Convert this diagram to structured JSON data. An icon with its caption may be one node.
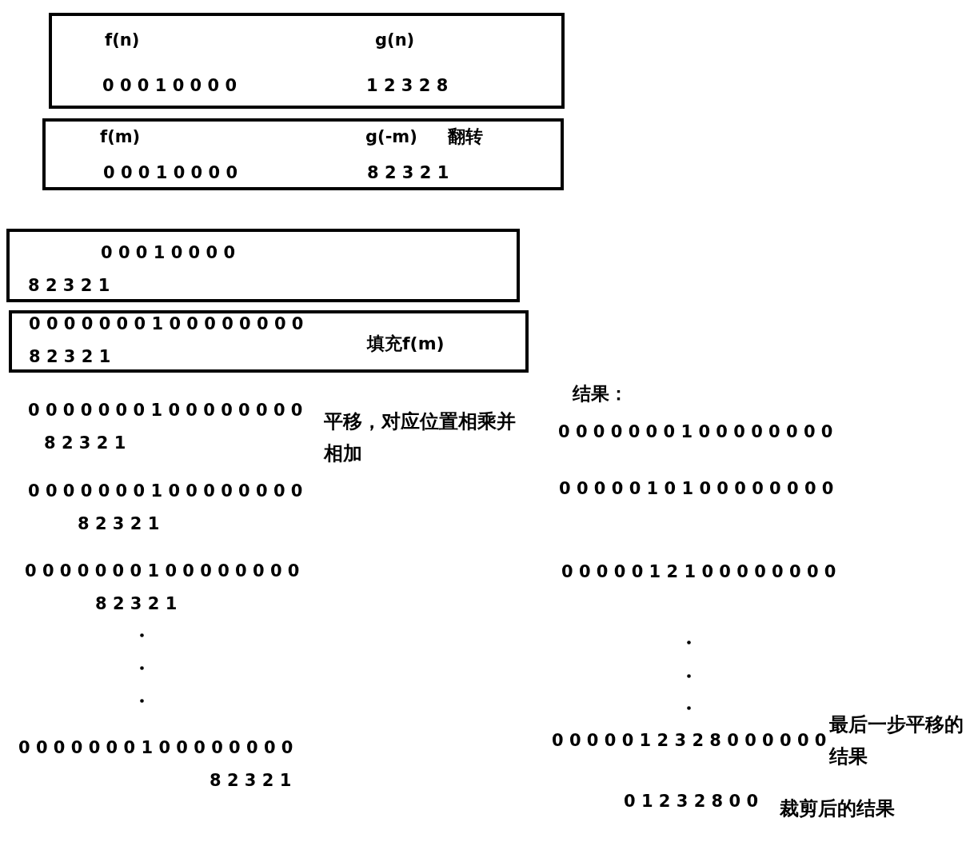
{
  "diagram": {
    "nodes": [
      {
        "text": [
          "f(n)",
          "g(n)",
          "0 0 0 1 0 0 0 0",
          "1 2 3 2 8"
        ]
      },
      {
        "text": [
          "f(m)",
          "g(-m)",
          "翻转",
          "0 0 0 1 0 0 0 0",
          "8 2 3 2 1"
        ]
      },
      {
        "text": [
          "0 0 0 1 0 0 0 0",
          "8 2 3 2 1"
        ]
      },
      {
        "text": [
          "0 0 0 0 0 0 0 1 0 0 0 0 0 0 0 0",
          "填充f(m)",
          "8 2 3 2 1"
        ]
      }
    ],
    "labels": [
      "0 0 0 0 0 0 0 1 0 0 0 0 0 0 0 0",
      "8 2 3 2 1",
      "平移，对应位置相乘并相加",
      "0 0 0 0 0 0 0 1 0 0 0 0 0 0 0 0",
      "8 2 3 2 1",
      "0 0 0 0 0 0 0 1 0 0 0 0 0 0 0 0",
      "8 2 3 2 1",
      "0 0 0 0 0 0 0 1 0 0 0 0 0 0 0 0",
      "8 2 3 2 1",
      "结果：",
      "0 0 0 0 0 0 0 1 0 0 0 0 0 0 0 0",
      "0 0 0 0 0 1 0 1 0 0 0 0 0 0 0 0",
      "0 0 0 0 0 1 2 1 0 0 0 0 0 0 0 0",
      "0 0 0 0 0 1 2 3 2 8 0 0 0 0 0 0",
      "最后一步平移的结果",
      "0 1 2 3 2 8 0 0",
      "裁剪后的结果"
    ]
  }
}
